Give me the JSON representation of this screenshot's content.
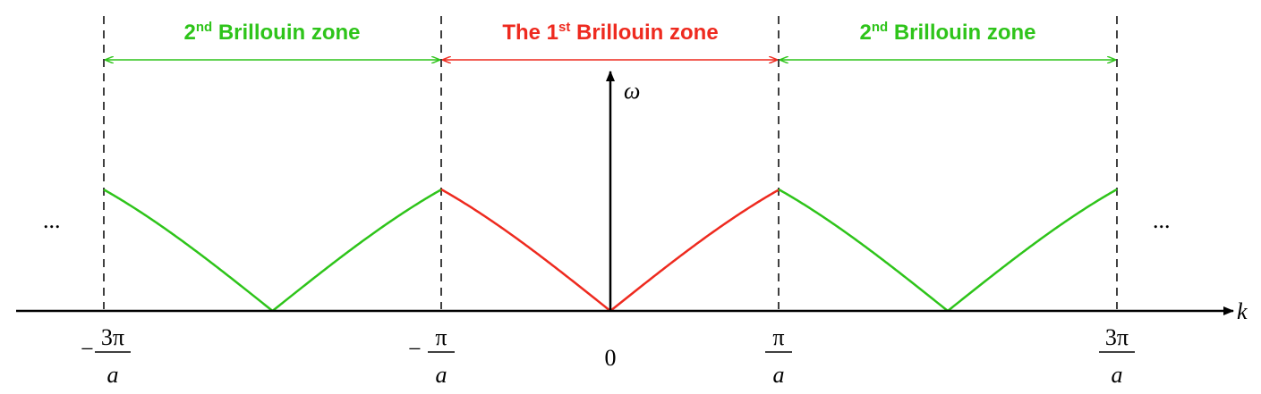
{
  "zones": {
    "left": {
      "label_main": "2",
      "label_sup": "nd",
      "label_rest": " Brillouin zone"
    },
    "center": {
      "label_pre": "The 1",
      "label_sup": "st",
      "label_rest": " Brillouin zone"
    },
    "right": {
      "label_main": "2",
      "label_sup": "nd",
      "label_rest": " Brillouin zone"
    }
  },
  "axes": {
    "x_label": "k",
    "y_label": "ω"
  },
  "ticks": [
    {
      "sign": "−",
      "num": "3π",
      "den": "a"
    },
    {
      "sign": "−",
      "num": "π",
      "den": "a"
    },
    {
      "plain": "0"
    },
    {
      "sign": "",
      "num": "π",
      "den": "a"
    },
    {
      "sign": "",
      "num": "3π",
      "den": "a"
    }
  ],
  "ellipsis": {
    "left": "...",
    "right": "..."
  },
  "colors": {
    "first_zone": "#ee2a1f",
    "second_zone": "#2ec41a",
    "axis": "#000000"
  }
}
